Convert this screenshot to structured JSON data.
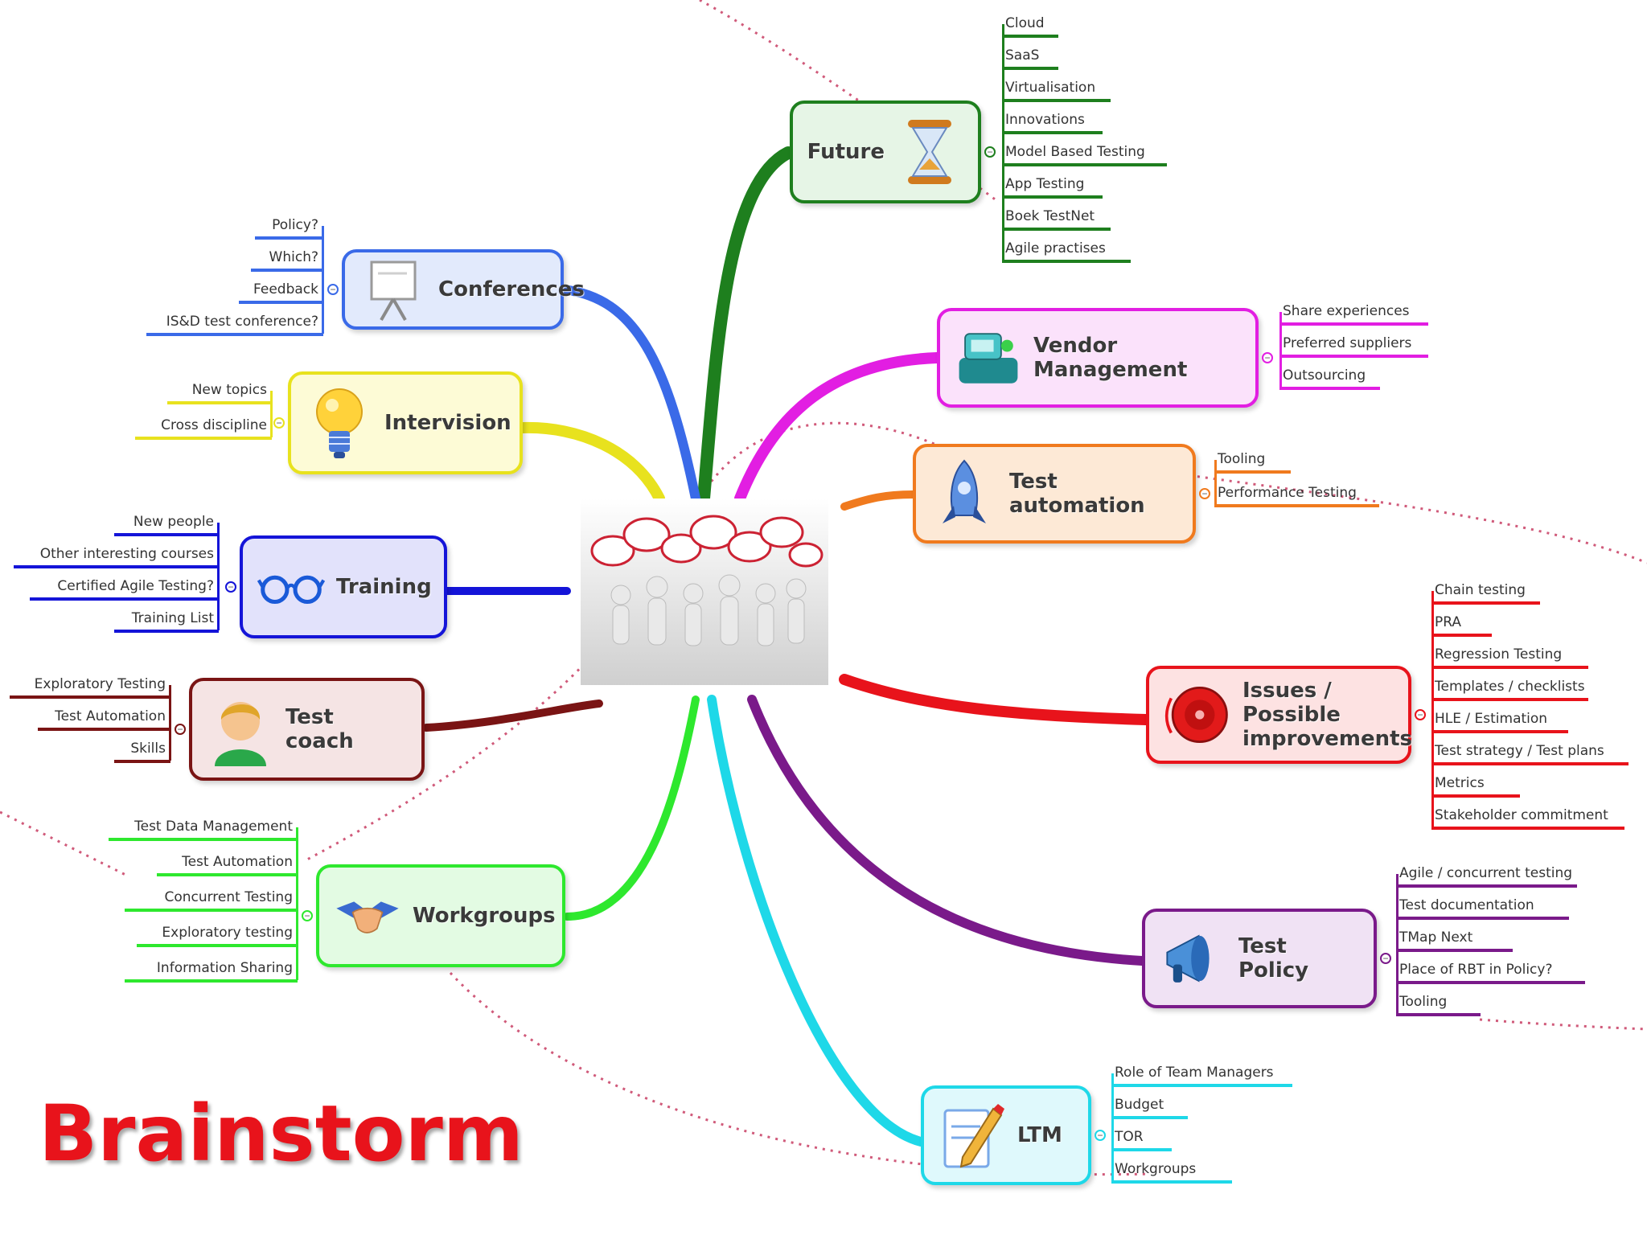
{
  "title": "Brainstorm",
  "center": {
    "icon": "people-speech-bubbles-icon"
  },
  "nodes": [
    {
      "id": "future",
      "label": "Future",
      "icon": "hourglass-icon",
      "color": "#1e7f1e",
      "children": [
        "Cloud",
        "SaaS",
        "Virtualisation",
        "Innovations",
        "Model Based Testing",
        "App Testing",
        "Boek TestNet",
        "Agile practises"
      ]
    },
    {
      "id": "vendor",
      "label": "Vendor Management",
      "icon": "cash-register-icon",
      "color": "#e21ee2",
      "children": [
        "Share experiences",
        "Preferred suppliers",
        "Outsourcing"
      ]
    },
    {
      "id": "automation",
      "label": "Test automation",
      "icon": "rocket-icon",
      "color": "#f07a1e",
      "children": [
        "Tooling",
        "Performance Testing"
      ]
    },
    {
      "id": "issues",
      "label": "Issues / Possible improvements",
      "icon": "alarm-bell-icon",
      "color": "#e8131b",
      "children": [
        "Chain testing",
        "PRA",
        "Regression Testing",
        "Templates / checklists",
        "HLE / Estimation",
        "Test strategy / Test plans",
        "Metrics",
        "Stakeholder commitment"
      ]
    },
    {
      "id": "policy",
      "label": "Test Policy",
      "icon": "megaphone-icon",
      "color": "#7a1a8a",
      "children": [
        "Agile / concurrent testing",
        "Test documentation",
        "TMap Next",
        "Place of RBT in Policy?",
        "Tooling"
      ]
    },
    {
      "id": "ltm",
      "label": "LTM",
      "icon": "pencil-document-icon",
      "color": "#1ed8e8",
      "children": [
        "Role of Team Managers",
        "Budget",
        "TOR",
        "Workgroups"
      ]
    },
    {
      "id": "workgroups",
      "label": "Workgroups",
      "icon": "handshake-icon",
      "color": "#2ee82e",
      "children": [
        "Test Data Management",
        "Test Automation",
        "Concurrent Testing",
        "Exploratory testing",
        "Information Sharing"
      ]
    },
    {
      "id": "coach",
      "label": "Test coach",
      "icon": "person-avatar-icon",
      "color": "#7a1414",
      "children": [
        "Exploratory Testing",
        "Test Automation",
        "Skills"
      ]
    },
    {
      "id": "training",
      "label": "Training",
      "icon": "glasses-icon",
      "color": "#1414d8",
      "children": [
        "New people",
        "Other interesting courses",
        "Certified Agile Testing?",
        "Training List"
      ]
    },
    {
      "id": "intervision",
      "label": "Intervision",
      "icon": "light-bulb-icon",
      "color": "#e8e21e",
      "children": [
        "New topics",
        "Cross discipline"
      ]
    },
    {
      "id": "conferences",
      "label": "Conferences",
      "icon": "flipchart-icon",
      "color": "#3a6ae8",
      "children": [
        "Policy?",
        "Which?",
        "Feedback",
        "IS&D test conference?"
      ]
    }
  ]
}
